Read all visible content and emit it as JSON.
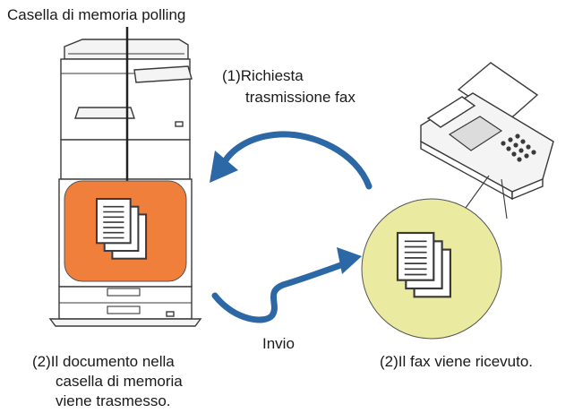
{
  "labels": {
    "polling_box_title": "Casella di memoria polling",
    "request_num": "(1)",
    "request_line1": "Richiesta",
    "request_line2": "trasmissione fax",
    "send": "Invio",
    "left_num": "(2)",
    "left_line1": "Il documento nella",
    "left_line2": "casella di memoria",
    "left_line3": "viene trasmesso.",
    "right_num": "(2)",
    "right_line1": "Il fax viene ricevuto."
  },
  "colors": {
    "memory_box": "#f07f3c",
    "received_circle": "#eaeaa0",
    "arrow": "#2c67a6",
    "outline": "#3a3a3a"
  },
  "icons": {
    "copier": "multifunction-printer",
    "fax": "fax-machine",
    "document": "document-stack"
  }
}
